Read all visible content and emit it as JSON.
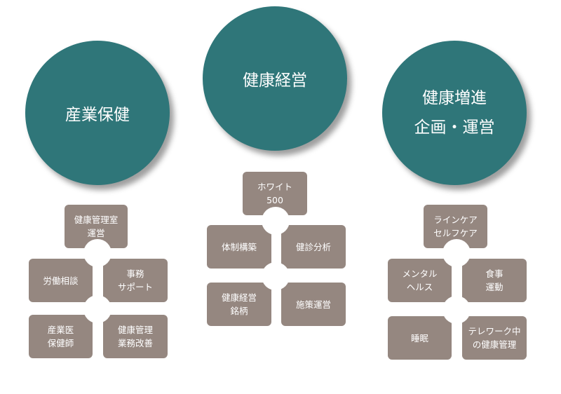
{
  "colors": {
    "circle": "#2f7679",
    "box": "#958780",
    "text": "#ffffff"
  },
  "circles": {
    "sangyo": [
      "産業保健"
    ],
    "keiei": [
      "健康経営"
    ],
    "zoshin": [
      "健康増進",
      "企画・運営"
    ]
  },
  "left": {
    "top": [
      "健康管理室",
      "運営"
    ],
    "ml": [
      "労働相談"
    ],
    "mr": [
      "事務",
      "サポート"
    ],
    "bl": [
      "産業医",
      "保健師"
    ],
    "br": [
      "健康管理",
      "業務改善"
    ]
  },
  "center": {
    "top": [
      "ホワイト",
      "500"
    ],
    "ml": [
      "体制構築"
    ],
    "mr": [
      "健診分析"
    ],
    "bl": [
      "健康経営",
      "銘柄"
    ],
    "br": [
      "施策運営"
    ]
  },
  "right": {
    "top": [
      "ラインケア",
      "セルフケア"
    ],
    "ml": [
      "メンタル",
      "ヘルス"
    ],
    "mr": [
      "食事",
      "運動"
    ],
    "bl": [
      "睡眠"
    ],
    "br": [
      "テレワーク中",
      "の健康管理"
    ]
  }
}
